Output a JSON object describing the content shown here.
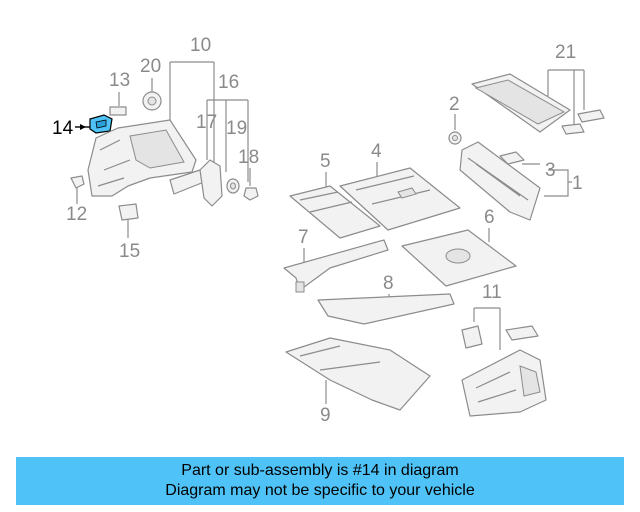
{
  "labels": {
    "l1": "1",
    "l2": "2",
    "l3": "3",
    "l4": "4",
    "l5": "5",
    "l6": "6",
    "l7": "7",
    "l8": "8",
    "l9": "9",
    "l10": "10",
    "l11": "11",
    "l12": "12",
    "l13": "13",
    "l14": "14",
    "l15": "15",
    "l16": "16",
    "l17": "17",
    "l18": "18",
    "l19": "19",
    "l20": "20",
    "l21": "21"
  },
  "highlight_color": "#4fc3f7",
  "banner": {
    "line1": "Part or sub-assembly is #14 in diagram",
    "line2": "Diagram may not be specific to your vehicle"
  }
}
